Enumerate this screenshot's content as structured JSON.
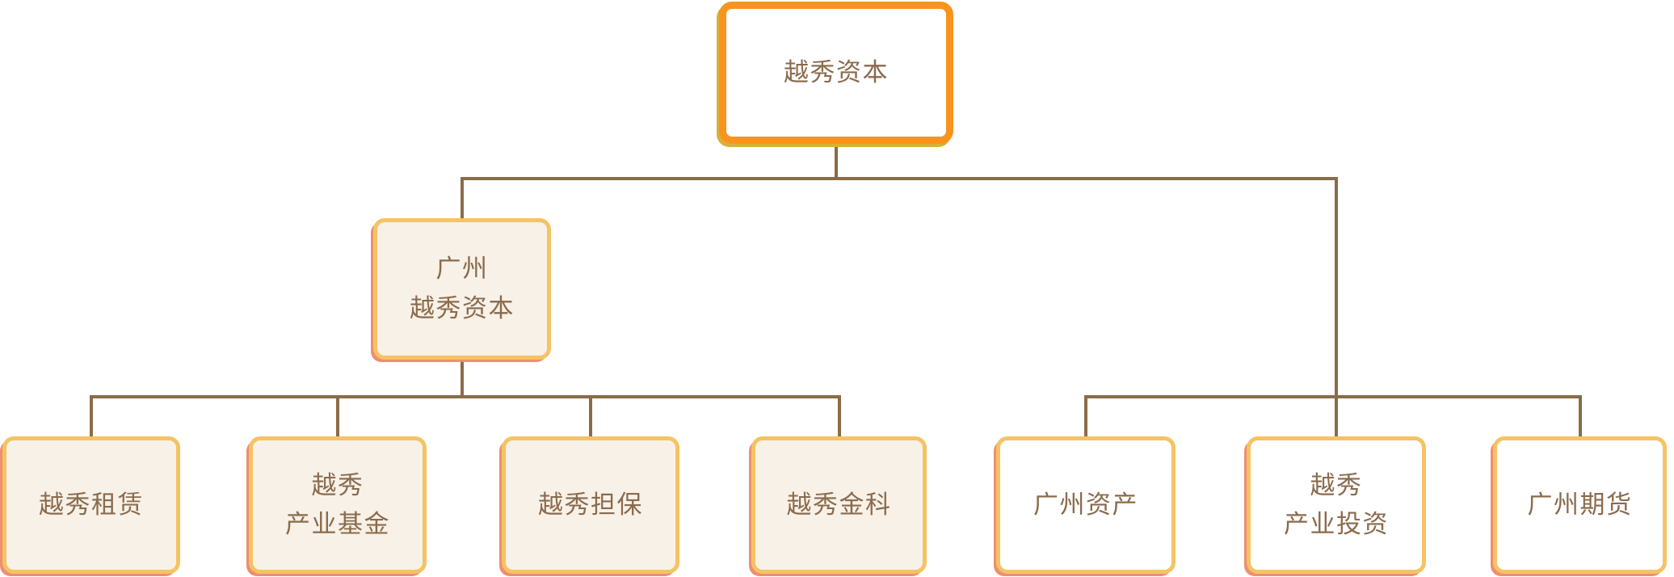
{
  "diagram_type": "org-chart",
  "palette": {
    "accent_orange": "#F8941D",
    "gold_border": "#F5C364",
    "cream_fill": "#F8F1E7",
    "white_fill": "#FFFFFF",
    "line_brown": "#8A6C48",
    "text_brown": "#8A6B4D",
    "salmon_shadow": "#EE8E72",
    "gold_shadow": "#D8B13C"
  },
  "nodes": {
    "root": {
      "label": "越秀资本"
    },
    "gz_yuexiu_capital": {
      "label": "广州\n越秀资本"
    },
    "leasing": {
      "label": "越秀租赁"
    },
    "industry_fund": {
      "label": "越秀\n产业基金"
    },
    "guarantee": {
      "label": "越秀担保"
    },
    "fintech": {
      "label": "越秀金科"
    },
    "gz_assets": {
      "label": "广州资产"
    },
    "industry_investment": {
      "label": "越秀\n产业投资"
    },
    "gz_futures": {
      "label": "广州期货"
    }
  },
  "edges": [
    {
      "from": "root",
      "to": "gz_yuexiu_capital"
    },
    {
      "from": "root",
      "to": "gz_assets"
    },
    {
      "from": "root",
      "to": "industry_investment"
    },
    {
      "from": "root",
      "to": "gz_futures"
    },
    {
      "from": "gz_yuexiu_capital",
      "to": "leasing"
    },
    {
      "from": "gz_yuexiu_capital",
      "to": "industry_fund"
    },
    {
      "from": "gz_yuexiu_capital",
      "to": "guarantee"
    },
    {
      "from": "gz_yuexiu_capital",
      "to": "fintech"
    }
  ]
}
